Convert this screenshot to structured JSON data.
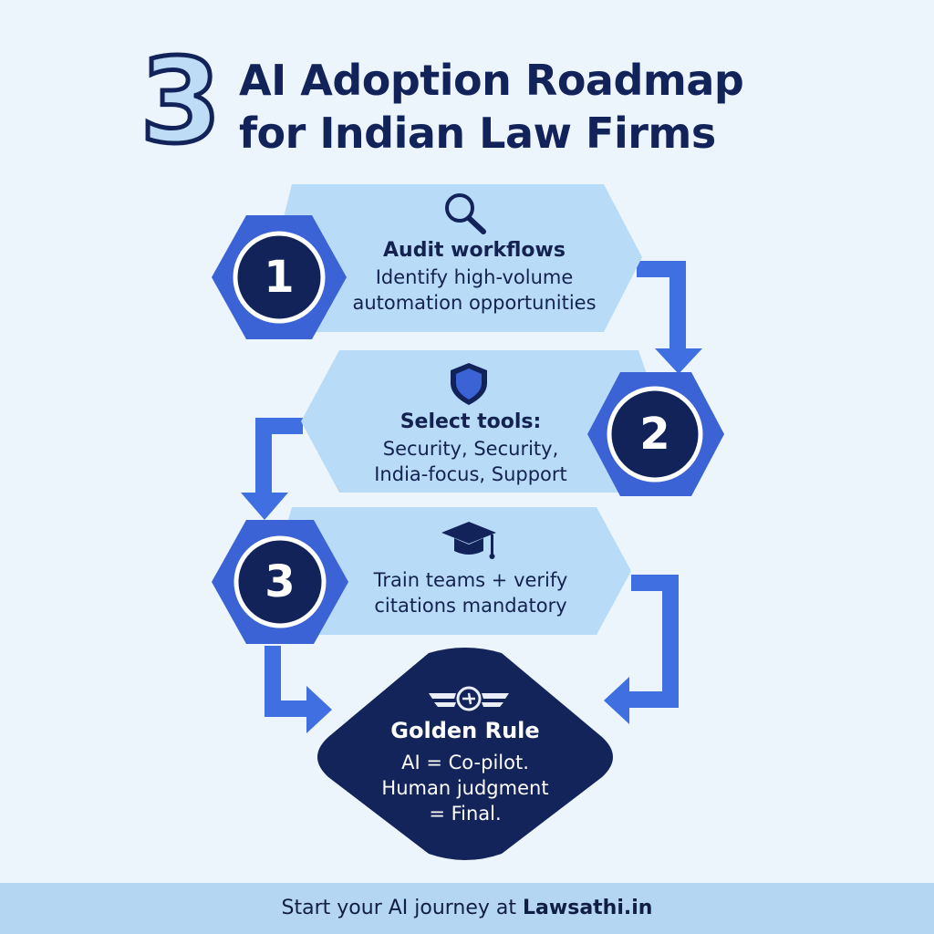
{
  "title": {
    "number": "3",
    "line1": "AI Adoption Roadmap",
    "line2": "for Indian Law Firms"
  },
  "steps": [
    {
      "number": "1",
      "icon": "magnifier-icon",
      "heading": "Audit workflows",
      "body_line1": "Identify high-volume",
      "body_line2": "automation opportunities"
    },
    {
      "number": "2",
      "icon": "shield-icon",
      "heading": "Select tools:",
      "body_line1": "Security, Security,",
      "body_line2": "India-focus, Support"
    },
    {
      "number": "3",
      "icon": "graduation-cap-icon",
      "heading": "",
      "body_line1": "Train teams + verify",
      "body_line2": "citations mandatory"
    }
  ],
  "golden_rule": {
    "icon": "pilot-wings-icon",
    "heading": "Golden Rule",
    "line1": "AI = Co-pilot.",
    "line2": "Human judgment",
    "line3": "= Final."
  },
  "footer": {
    "prefix": "Start your AI journey at ",
    "link": "Lawsathi.in"
  },
  "colors": {
    "background": "#edf5fc",
    "card": "#b8dcf7",
    "navy": "#12235a",
    "arrow_blue": "#3f6fe0",
    "badge_blue": "#3b63d6",
    "footer_band": "#b4d6f3"
  }
}
